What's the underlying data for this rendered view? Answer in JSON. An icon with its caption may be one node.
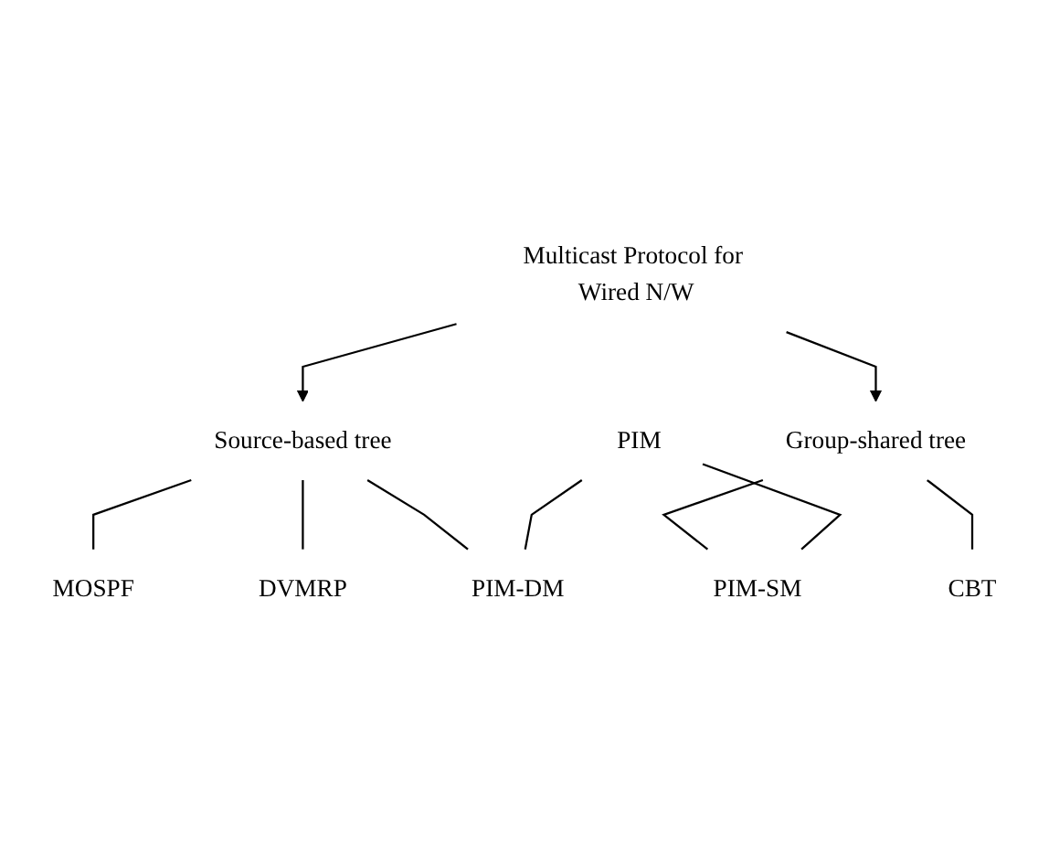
{
  "diagram": {
    "nodes": [
      {
        "text": [
          "Multicast Protocol for Wired N/W"
        ]
      },
      {
        "text": [
          "Source-based tree"
        ]
      },
      {
        "text": [
          "Group-shared tree"
        ]
      },
      {
        "text": [
          "PIM"
        ]
      },
      {
        "text": [
          "MOSPF"
        ]
      },
      {
        "text": [
          "DVMRP"
        ]
      },
      {
        "text": [
          "PIM-DM"
        ]
      },
      {
        "text": [
          "PIM-SM"
        ]
      },
      {
        "text": [
          "CBT"
        ]
      }
    ],
    "edges": [
      {
        "from": 0,
        "to": 1,
        "arrow": "to"
      },
      {
        "from": 0,
        "to": 2,
        "arrow": "to"
      },
      {
        "from": 1,
        "to": 4,
        "arrow": "none"
      },
      {
        "from": 1,
        "to": 5,
        "arrow": "none"
      },
      {
        "from": 1,
        "to": 6,
        "arrow": "none"
      },
      {
        "from": 2,
        "to": 7,
        "arrow": "none"
      },
      {
        "from": 2,
        "to": 8,
        "arrow": "none"
      },
      {
        "from": 3,
        "to": 6,
        "arrow": "none"
      },
      {
        "from": 3,
        "to": 7,
        "arrow": "none"
      }
    ]
  }
}
